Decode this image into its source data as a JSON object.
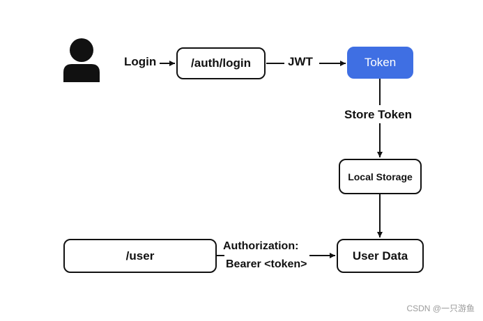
{
  "labels": {
    "login": "Login",
    "jwt": "JWT",
    "store_token": "Store Token",
    "authorization_line1": "Authorization:",
    "authorization_line2": "Bearer <token>"
  },
  "nodes": {
    "auth_login": "/auth/login",
    "token": "Token",
    "local_storage": "Local Storage",
    "user_endpoint": "/user",
    "user_data": "User Data"
  },
  "icons": {
    "user": "user-icon"
  },
  "colors": {
    "token_fill": "#3f6fe3",
    "stroke": "#111111"
  },
  "watermark": "CSDN @一只游鱼"
}
